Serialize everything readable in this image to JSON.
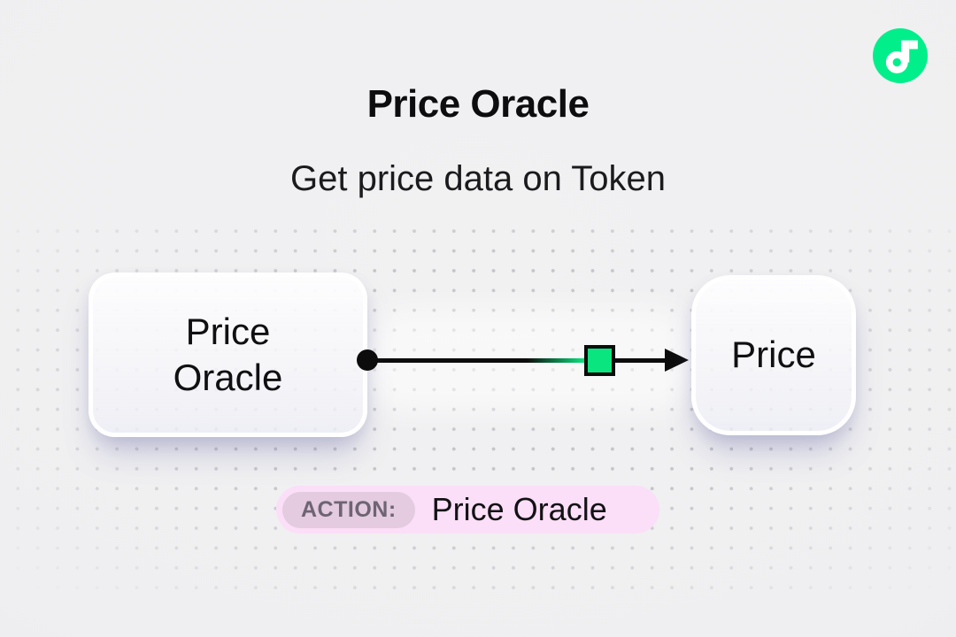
{
  "header": {
    "title": "Price Oracle",
    "subtitle": "Get price data on Token"
  },
  "logo": {
    "name": "flow-logo",
    "brand_color": "#00ef8b"
  },
  "diagram": {
    "source_node": {
      "label": "Price Oracle",
      "lines": [
        "Price",
        "Oracle"
      ]
    },
    "target_node": {
      "label": "Price"
    },
    "connector": {
      "style": "black line with start dot and arrowhead",
      "accent_color": "#0ae57f",
      "line_color": "#0c0c0c"
    }
  },
  "action_badge": {
    "label": "ACTION:",
    "value": "Price Oracle",
    "pill_color": "#fbdef7",
    "label_pill_color": "#e4cbdf",
    "label_text_color": "#6e6473"
  },
  "page": {
    "background_color": "#efeff1",
    "dot_grid_color": "#c5c5ca"
  }
}
